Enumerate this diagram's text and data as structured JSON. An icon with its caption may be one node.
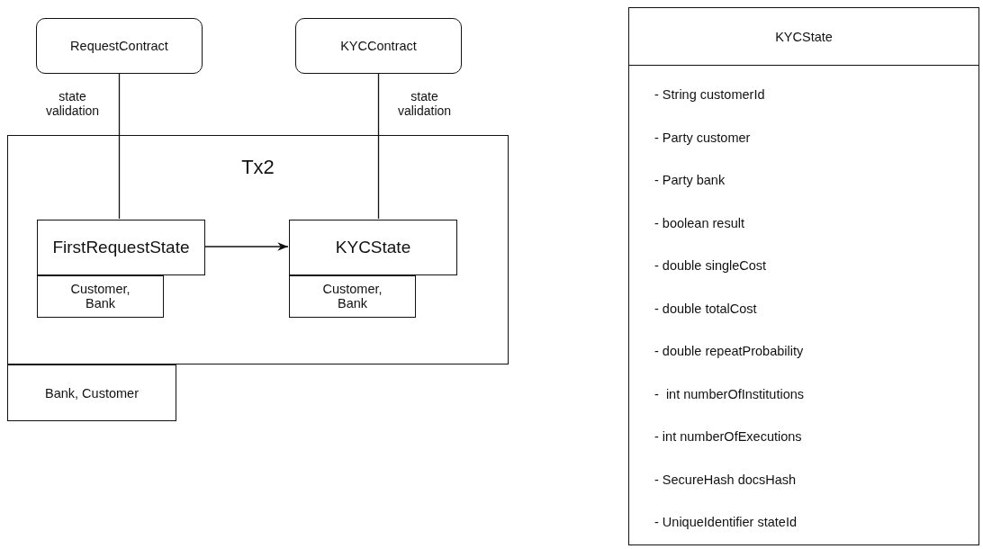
{
  "diagram": {
    "nodes": [
      {
        "text": [
          "RequestContract"
        ]
      },
      {
        "text": [
          "KYCContract"
        ]
      },
      {
        "text": [
          "Tx2"
        ]
      },
      {
        "text": [
          "FirstRequestState"
        ],
        "in": 2
      },
      {
        "text": [
          "Customer, Bank"
        ],
        "in": 2
      },
      {
        "text": [
          "KYCState"
        ],
        "in": 2
      },
      {
        "text": [
          "Customer, Bank"
        ],
        "in": 2
      },
      {
        "text": [
          "Bank, Customer"
        ]
      },
      {
        "text": [
          "KYCState",
          "- String customerId",
          "- Party customer",
          "- Party bank",
          "- boolean result",
          "- double singleCost",
          "- double totalCost",
          "- double repeatProbability",
          "-  int numberOfInstitutions",
          "- int numberOfExecutions",
          "- SecureHash docsHash",
          "- UniqueIdentifier stateId"
        ]
      }
    ],
    "edges": [
      {
        "from": 0,
        "to": 3,
        "arrow": "none",
        "label": "state validation"
      },
      {
        "from": 1,
        "to": 5,
        "arrow": "none",
        "label": "state validation"
      },
      {
        "from": 3,
        "to": 5,
        "arrow": "to"
      }
    ]
  }
}
